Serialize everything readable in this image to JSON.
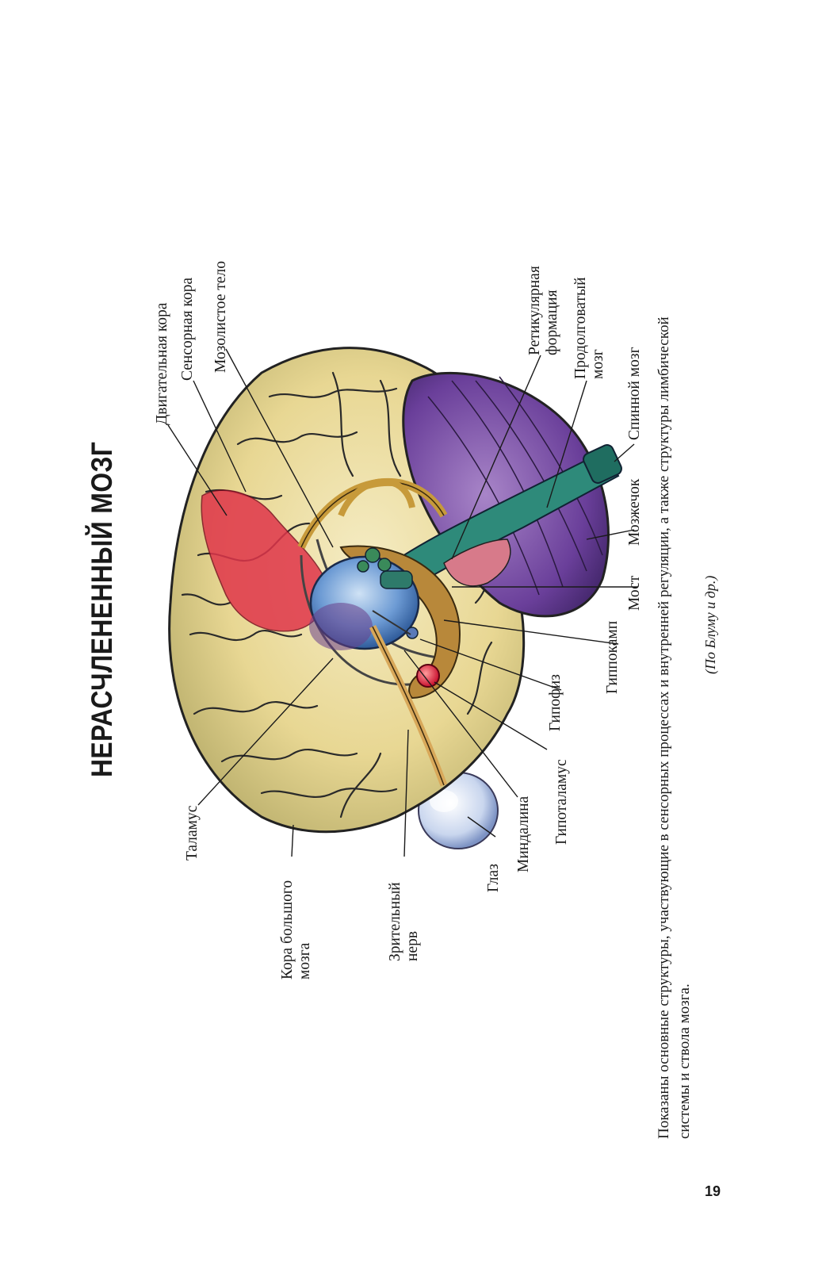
{
  "title": "НЕРАСЧЛЕНЕННЫЙ МОЗГ",
  "labels": {
    "motor_cortex": "Двигательная кора",
    "sensory_cortex": "Сенсорная кора",
    "corpus_callosum": "Мозолистое тело",
    "reticular_line1": "Ретикулярная",
    "reticular_line2": "формация",
    "medulla_line1": "Продолговатый",
    "medulla_line2": "мозг",
    "spinal_cord": "Спинной мозг",
    "cerebellum": "Мозжечок",
    "pons": "Мост",
    "hippocampus": "Гиппокамп",
    "pituitary": "Гипофиз",
    "hypothalamus": "Гипоталамус",
    "amygdala": "Миндалина",
    "eye": "Глаз",
    "optic_nerve_line1": "Зрительный",
    "optic_nerve_line2": "нерв",
    "cortex_line1": "Кора большого",
    "cortex_line2": "мозга",
    "thalamus": "Таламус"
  },
  "caption_line1": "Показаны основные структуры, участвующие в сенсорных процессах и внутренней регуляции, а также структуры лимбической",
  "caption_line2": "системы и ствола мозга.",
  "credit": "(По Блуму и др.)",
  "page_number": "19"
}
